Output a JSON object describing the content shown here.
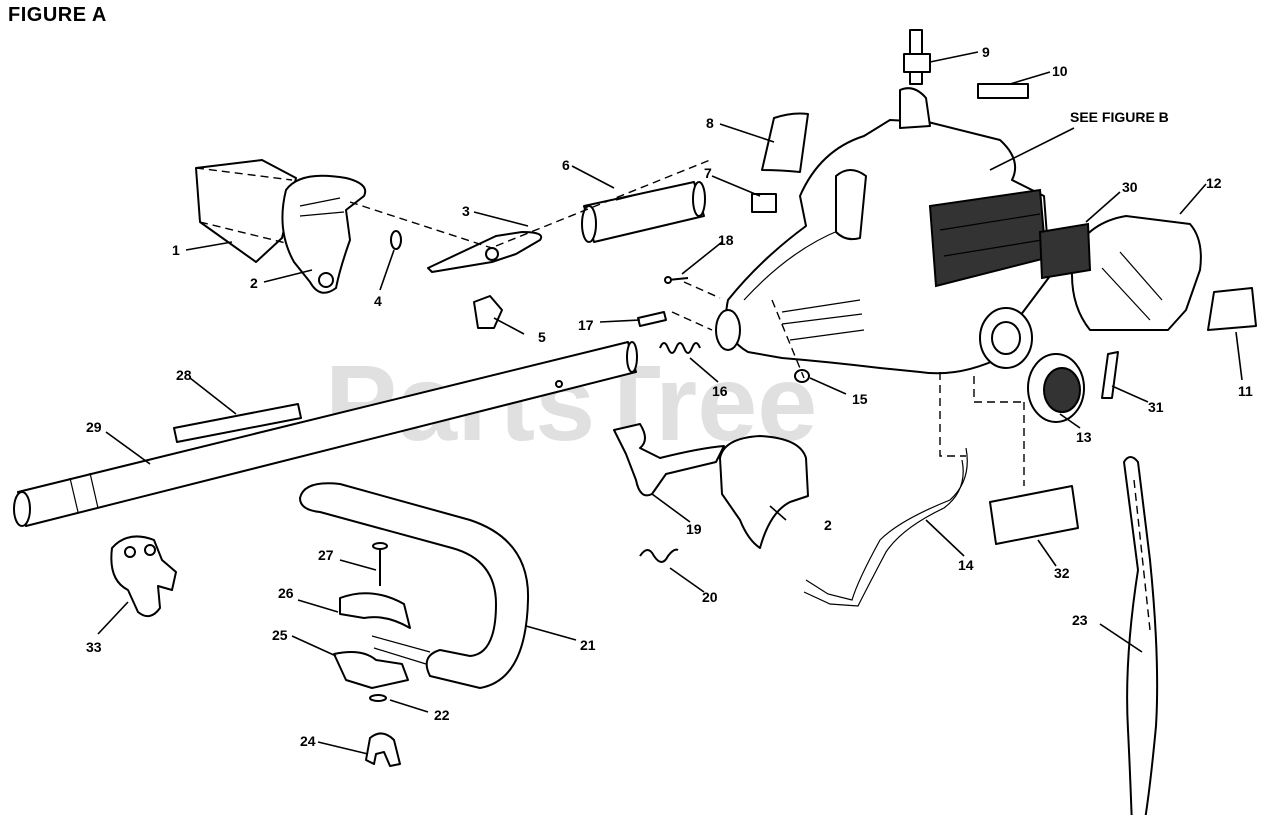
{
  "figure": {
    "title": "FIGURE A",
    "see_figure_b": "SEE FIGURE B",
    "watermark": "PartsTree"
  },
  "callouts": [
    {
      "id": "c1",
      "text": "1"
    },
    {
      "id": "c2a",
      "text": "2"
    },
    {
      "id": "c2b",
      "text": "2"
    },
    {
      "id": "c3",
      "text": "3"
    },
    {
      "id": "c4",
      "text": "4"
    },
    {
      "id": "c5",
      "text": "5"
    },
    {
      "id": "c6",
      "text": "6"
    },
    {
      "id": "c7",
      "text": "7"
    },
    {
      "id": "c8",
      "text": "8"
    },
    {
      "id": "c9",
      "text": "9"
    },
    {
      "id": "c10",
      "text": "10"
    },
    {
      "id": "c11",
      "text": "11"
    },
    {
      "id": "c12",
      "text": "12"
    },
    {
      "id": "c13",
      "text": "13"
    },
    {
      "id": "c14",
      "text": "14"
    },
    {
      "id": "c15",
      "text": "15"
    },
    {
      "id": "c16",
      "text": "16"
    },
    {
      "id": "c17",
      "text": "17"
    },
    {
      "id": "c18",
      "text": "18"
    },
    {
      "id": "c19",
      "text": "19"
    },
    {
      "id": "c20",
      "text": "20"
    },
    {
      "id": "c21",
      "text": "21"
    },
    {
      "id": "c22",
      "text": "22"
    },
    {
      "id": "c23",
      "text": "23"
    },
    {
      "id": "c24",
      "text": "24"
    },
    {
      "id": "c25",
      "text": "25"
    },
    {
      "id": "c26",
      "text": "26"
    },
    {
      "id": "c27",
      "text": "27"
    },
    {
      "id": "c28",
      "text": "28"
    },
    {
      "id": "c29",
      "text": "29"
    },
    {
      "id": "c30",
      "text": "30"
    },
    {
      "id": "c31",
      "text": "31"
    },
    {
      "id": "c32",
      "text": "32"
    },
    {
      "id": "c33",
      "text": "33"
    }
  ]
}
